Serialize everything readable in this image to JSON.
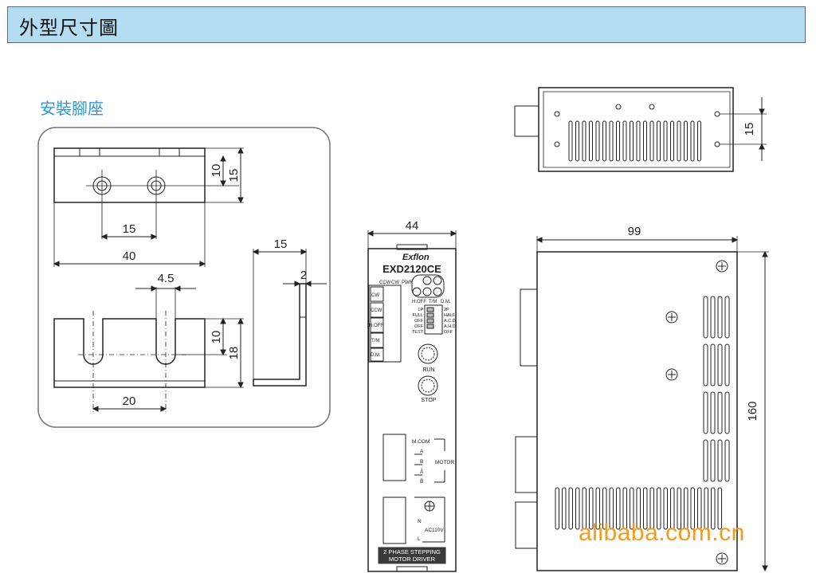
{
  "header": {
    "title": "外型尺寸圖"
  },
  "mount_section": {
    "title": "安裝腳座",
    "dims": {
      "top_h_small": "10",
      "top_h_large": "15",
      "top_hole_pitch": "15",
      "top_width": "40",
      "side_depth": "15",
      "side_thickness": "2",
      "slot_width": "4.5",
      "bot_h_small": "10",
      "bot_h_large": "18",
      "slot_pitch": "20"
    }
  },
  "front_view": {
    "width_dim": "44",
    "brand": "Exflon",
    "model": "EXD2120CE",
    "led_labels": [
      "CCW",
      "CW",
      "PWR"
    ],
    "switch_labels": [
      "H.OFF",
      "T/M",
      "D.M."
    ],
    "terminals": [
      "CW",
      "CCW",
      "H.OFF",
      "T/M",
      "D.M."
    ],
    "dip_left": [
      "1P",
      "FULL",
      "OFF",
      "OFF",
      "TEST"
    ],
    "dip_right": [
      "2P",
      "HALF",
      "A.C.D.",
      "A.H.D.",
      "OFF"
    ],
    "knob_run": "RUN",
    "knob_stop": "STOP",
    "motor_terminals": [
      "M.COM",
      "A",
      "B",
      "Ā",
      "B̄"
    ],
    "motor_label": "MOTOR",
    "power_terminals": [
      "N",
      "L"
    ],
    "power_label": "AC110V",
    "footer_line1": "2 PHASE STEPPING",
    "footer_line2": "MOTOR DRIVER"
  },
  "top_view": {
    "hole_spacing_dim": "15"
  },
  "side_view": {
    "depth_dim": "99",
    "height_dim": "160"
  },
  "watermark": "alibaba.com.cn"
}
